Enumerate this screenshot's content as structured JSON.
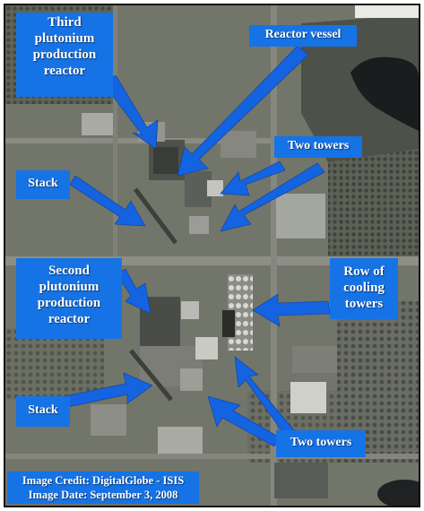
{
  "labels": {
    "third_reactor": [
      "Third",
      "plutonium",
      "production",
      "reactor"
    ],
    "reactor_vessel": "Reactor vessel",
    "two_towers_top": "Two towers",
    "stack_top": "Stack",
    "second_reactor": [
      "Second",
      "plutonium",
      "production",
      "reactor"
    ],
    "cooling_towers": [
      "Row of",
      "cooling",
      "towers"
    ],
    "stack_bottom": "Stack",
    "two_towers_bottom": "Two towers"
  },
  "credit": {
    "line1": "Image Credit: DigitalGlobe - ISIS",
    "line2": "Image Date: September 3, 2008"
  },
  "colors": {
    "label_bg": "#1673e6",
    "label_text": "#ffffff",
    "arrow": "#1463e0"
  }
}
